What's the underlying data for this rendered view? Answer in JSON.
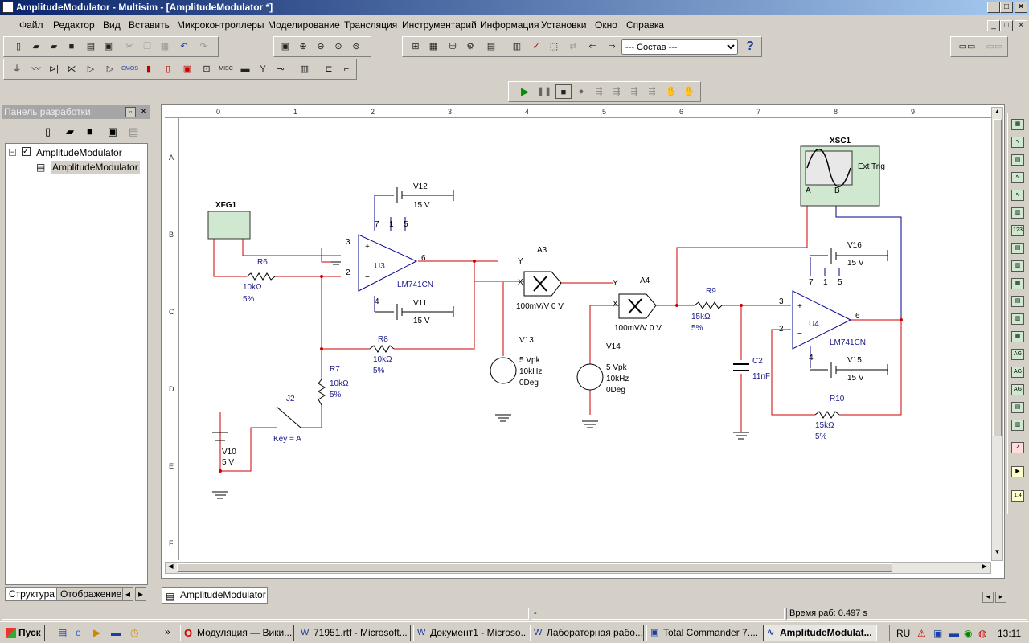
{
  "window": {
    "title": "AmplitudeModulator - Multisim - [AmplitudeModulator *]",
    "min_label": "_",
    "max_label": "□",
    "close_label": "×"
  },
  "menu": [
    "Файл",
    "Редактор",
    "Вид",
    "Вставить",
    "Микроконтроллеры",
    "Моделирование",
    "Трансляция",
    "Инструментарий",
    "Информация",
    "Установки",
    "Окно",
    "Справка"
  ],
  "toolbar": {
    "select_value": "--- Состав ---",
    "help_label": "?"
  },
  "panel": {
    "title": "Панель разработки",
    "tree_root": "AmplitudeModulator",
    "tree_child": "AmplitudeModulator",
    "tab_structure": "Структура",
    "tab_view": "Отображение"
  },
  "ruler": {
    "columns": [
      "0",
      "1",
      "2",
      "3",
      "4",
      "5",
      "6",
      "7",
      "8",
      "9"
    ],
    "rows": [
      "A",
      "B",
      "C",
      "D",
      "E",
      "F"
    ]
  },
  "schematic": {
    "xfg1": "XFG1",
    "xsc1": "XSC1",
    "xsc1_ext": "Ext Trig",
    "xsc1_a": "A",
    "xsc1_b": "B",
    "v12": "V12",
    "v12_val": "15 V",
    "v11": "V11",
    "v11_val": "15 V",
    "v16": "V16",
    "v16_val": "15 V",
    "v15": "V15",
    "v15_val": "15 V",
    "u3": "U3",
    "u3_model": "LM741CN",
    "u4": "U4",
    "u4_model": "LM741CN",
    "r6": "R6",
    "r6_val": "10kΩ",
    "r6_tol": "5%",
    "r8": "R8",
    "r8_val": "10kΩ",
    "r8_tol": "5%",
    "r7": "R7",
    "r7_val": "10kΩ",
    "r7_tol": "5%",
    "r9": "R9",
    "r9_val": "15kΩ",
    "r9_tol": "5%",
    "r10": "R10",
    "r10_val": "15kΩ",
    "r10_tol": "5%",
    "c2": "C2",
    "c2_val": "11nF",
    "a3": "A3",
    "a3_val": "100mV/V 0 V",
    "a4": "A4",
    "a4_val": "100mV/V 0 V",
    "v13": "V13",
    "v13_vpk": "5 Vpk",
    "v13_f": "10kHz",
    "v13_ph": "0Deg",
    "v14": "V14",
    "v14_vpk": "5 Vpk",
    "v14_f": "10kHz",
    "v14_ph": "0Deg",
    "j2": "J2",
    "j2_key": "Key = A",
    "v10": "V10",
    "v10_val": "5 V",
    "pin3": "3",
    "pin2": "2",
    "pin6": "6",
    "pin7": "7",
    "pin1": "1",
    "pin5": "5",
    "pin4": "4",
    "y": "Y",
    "x": "X",
    "plus": "+",
    "minus": "−"
  },
  "doctab": {
    "label": "AmplitudeModulator *"
  },
  "status": {
    "cell1": "-",
    "runtime": "Время раб: 0.497 s"
  },
  "taskbar": {
    "start": "Пуск",
    "chevron": "»",
    "items": [
      "Модуляция — Вики...",
      "71951.rtf - Microsoft...",
      "Документ1 - Microso...",
      "Лабораторная рабо...",
      "Total Commander 7....",
      "AmplitudeModulat..."
    ],
    "lang": "RU",
    "clock": "13:11"
  }
}
